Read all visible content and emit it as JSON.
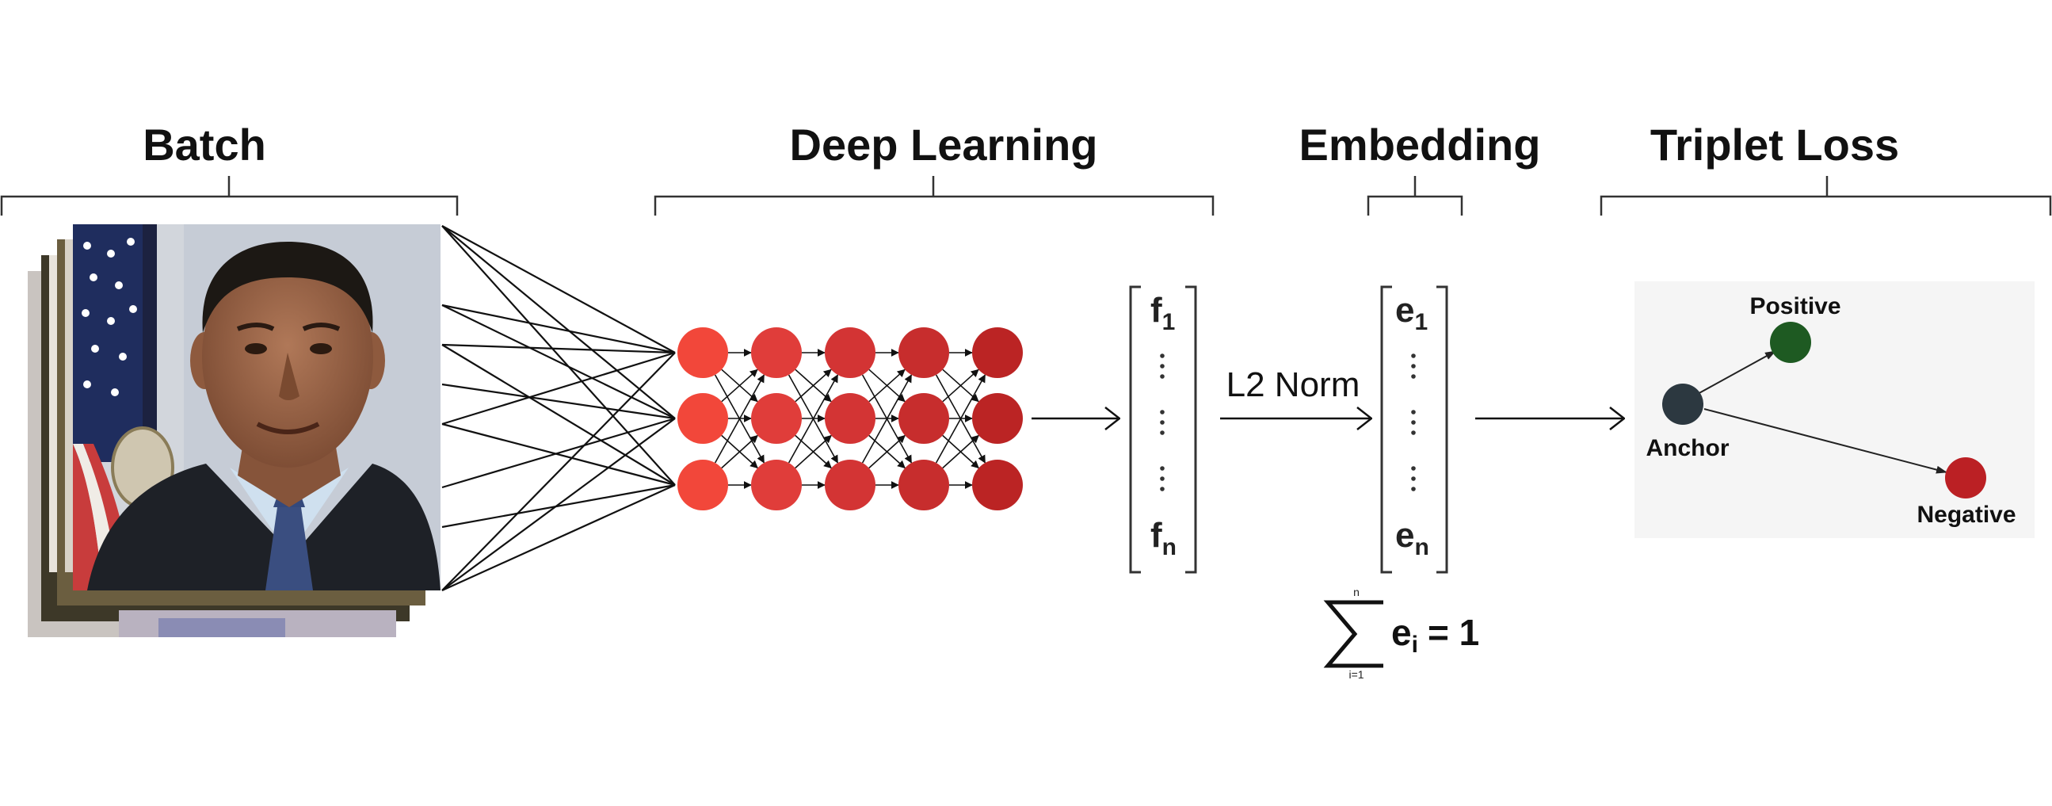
{
  "sections": {
    "batch": "Batch",
    "deep_learning": "Deep Learning",
    "embedding": "Embedding",
    "triplet_loss": "Triplet Loss"
  },
  "feature_vector": {
    "first_base": "f",
    "first_sub": "1",
    "last_base": "f",
    "last_sub": "n"
  },
  "l2_norm_label": "L2 Norm",
  "embedding_vector": {
    "first_base": "e",
    "first_sub": "1",
    "last_base": "e",
    "last_sub": "n"
  },
  "normalization_formula": {
    "upper_limit": "n",
    "lower_limit": "i=1",
    "term_base": "e",
    "term_sub": "i",
    "equals": "= 1"
  },
  "triplet": {
    "positive": "Positive",
    "anchor": "Anchor",
    "negative": "Negative"
  },
  "colors": {
    "neuron_columns": [
      "#f2473a",
      "#e03d3a",
      "#d33434",
      "#c72d2d",
      "#bb2424"
    ],
    "anchor": "#2c3840",
    "positive": "#1e5a22",
    "negative": "#bb2024",
    "triplet_panel": "#f5f5f5"
  },
  "icons": {
    "batch_photo": "portrait-photo-stack-icon"
  }
}
